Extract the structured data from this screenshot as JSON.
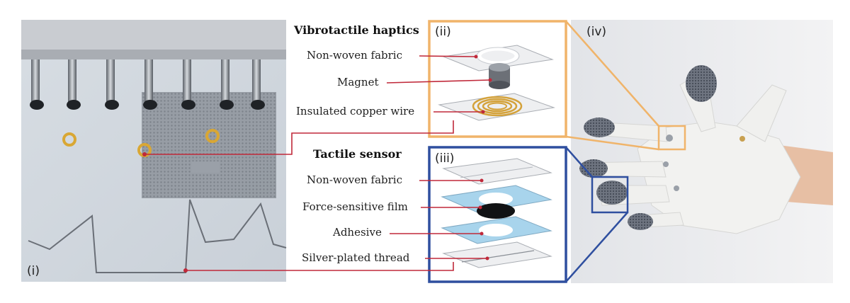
{
  "panels": {
    "i": "(i)",
    "ii": "(ii)",
    "iii": "(iii)",
    "iv": "(iv)"
  },
  "vibrotactile": {
    "title": "Vibrotactile haptics",
    "labels": [
      "Non-woven fabric",
      "Magnet",
      "Insulated copper wire"
    ]
  },
  "tactile": {
    "title": "Tactile sensor",
    "labels": [
      "Non-woven fabric",
      "Force-sensitive film",
      "Adhesive",
      "Silver-plated thread"
    ]
  },
  "colors": {
    "haptics_box": "#f0b46a",
    "sensor_box": "#2f4f9f",
    "leader": "#c0293a",
    "copper": "#d4a23a"
  }
}
